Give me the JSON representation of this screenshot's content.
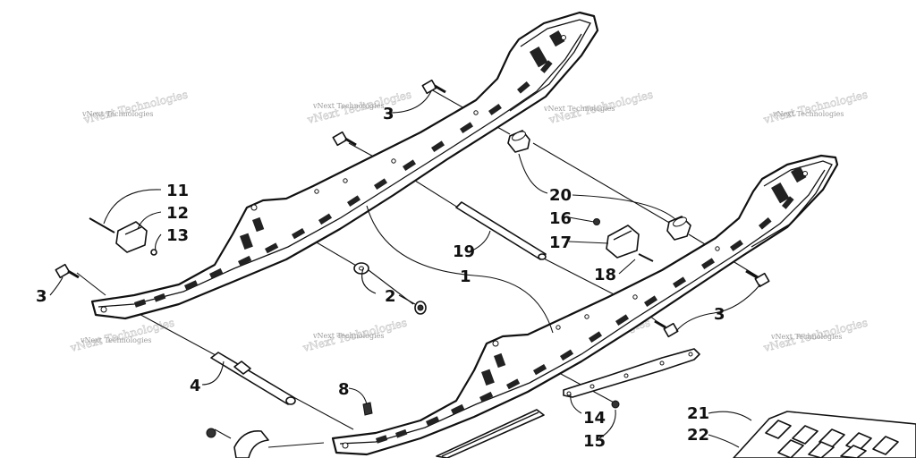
{
  "watermark": "vNext Technologies",
  "labels": {
    "l1": "1",
    "l2": "2",
    "l3a": "3",
    "l3b": "3",
    "l3c": "3",
    "l4": "4",
    "l8": "8",
    "l11": "11",
    "l12": "12",
    "l13": "13",
    "l14": "14",
    "l15": "15",
    "l16": "16",
    "l17": "17",
    "l18": "18",
    "l19": "19",
    "l20": "20",
    "l21": "21",
    "l22": "22"
  }
}
